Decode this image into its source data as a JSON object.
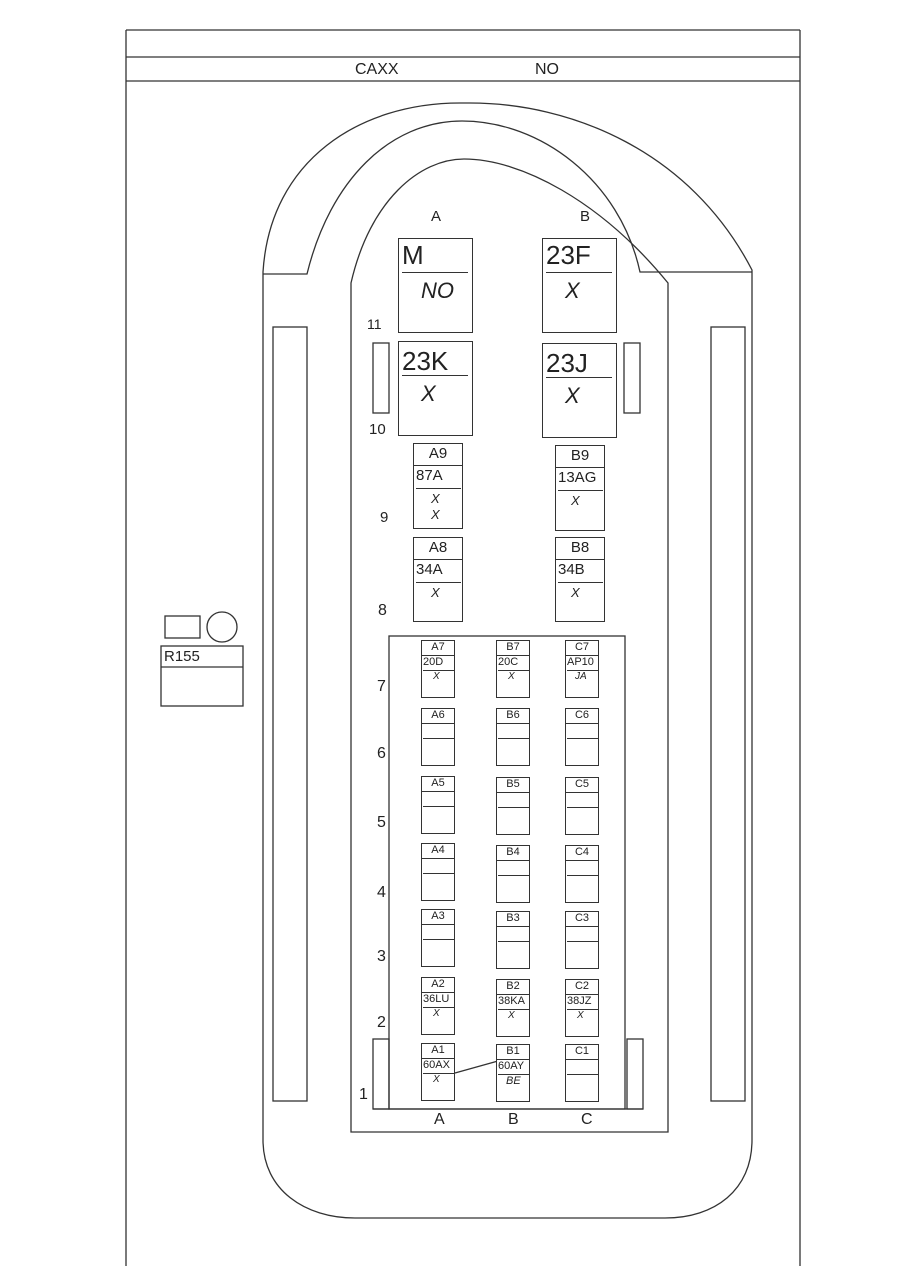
{
  "header": {
    "left_label": "CAXX",
    "right_label": "NO"
  },
  "column_labels_top": [
    "A",
    "B"
  ],
  "column_labels_bottom": [
    "A",
    "B",
    "C"
  ],
  "row_labels": [
    "11",
    "10",
    "9",
    "8",
    "7",
    "6",
    "5",
    "4",
    "3",
    "2",
    "1"
  ],
  "large_relays": [
    {
      "id": "rel-11a",
      "code": "M",
      "value": "NO"
    },
    {
      "id": "rel-11b",
      "code": "23F",
      "value": "X"
    },
    {
      "id": "rel-10a",
      "code": "23K",
      "value": "X"
    },
    {
      "id": "rel-10b",
      "code": "23J",
      "value": "X"
    }
  ],
  "medium_fuses": [
    {
      "pos": "A9",
      "code": "87A",
      "values": [
        "X",
        "X"
      ]
    },
    {
      "pos": "B9",
      "code": "13AG",
      "values": [
        "X"
      ]
    },
    {
      "pos": "A8",
      "code": "34A",
      "values": [
        "X"
      ]
    },
    {
      "pos": "B8",
      "code": "34B",
      "values": [
        "X"
      ]
    }
  ],
  "small_fuses": {
    "row7": [
      {
        "pos": "A7",
        "code": "20D",
        "value": "X"
      },
      {
        "pos": "B7",
        "code": "20C",
        "value": "X"
      },
      {
        "pos": "C7",
        "code": "AP10",
        "value": "JA"
      }
    ],
    "row6": [
      {
        "pos": "A6",
        "code": "",
        "value": ""
      },
      {
        "pos": "B6",
        "code": "",
        "value": ""
      },
      {
        "pos": "C6",
        "code": "",
        "value": ""
      }
    ],
    "row5": [
      {
        "pos": "A5",
        "code": "",
        "value": ""
      },
      {
        "pos": "B5",
        "code": "",
        "value": ""
      },
      {
        "pos": "C5",
        "code": "",
        "value": ""
      }
    ],
    "row4": [
      {
        "pos": "A4",
        "code": "",
        "value": ""
      },
      {
        "pos": "B4",
        "code": "",
        "value": ""
      },
      {
        "pos": "C4",
        "code": "",
        "value": ""
      }
    ],
    "row3": [
      {
        "pos": "A3",
        "code": "",
        "value": ""
      },
      {
        "pos": "B3",
        "code": "",
        "value": ""
      },
      {
        "pos": "C3",
        "code": "",
        "value": ""
      }
    ],
    "row2": [
      {
        "pos": "A2",
        "code": "36LU",
        "value": "X"
      },
      {
        "pos": "B2",
        "code": "38KA",
        "value": "X"
      },
      {
        "pos": "C2",
        "code": "38JZ",
        "value": "X"
      }
    ],
    "row1": [
      {
        "pos": "A1",
        "code": "60AX",
        "value": "X"
      },
      {
        "pos": "B1",
        "code": "60AY",
        "value": "BE"
      },
      {
        "pos": "C1",
        "code": "",
        "value": ""
      }
    ]
  },
  "side_component": {
    "label": "R155"
  },
  "colors": {
    "line": "#333333",
    "background": "#ffffff"
  }
}
